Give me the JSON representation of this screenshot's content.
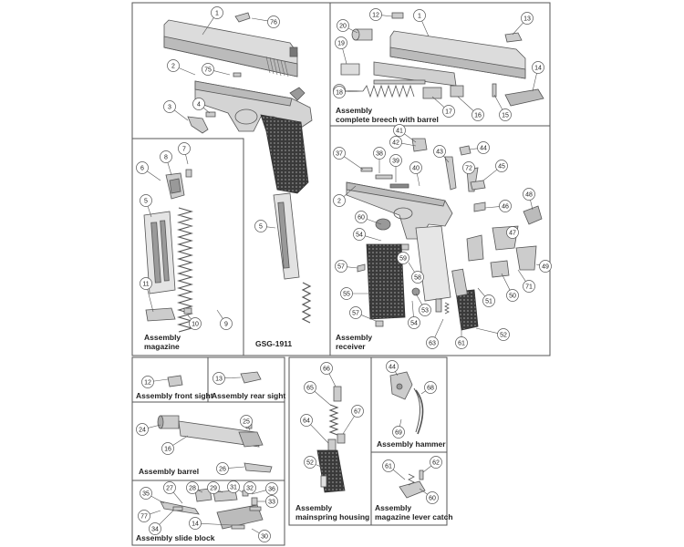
{
  "panels": {
    "main_title": "GSG-1911",
    "magazine": "Assembly\nmagazine",
    "breech": "Assembly\ncomplete breech with barrel",
    "receiver": "Assembly\nreceiver",
    "front_sight": "Assembly front sight",
    "rear_sight": "Assembly rear sight",
    "barrel": "Assembly barrel",
    "slide_block": "Assembly slide block",
    "mainspring": "Assembly\nmainspring housing",
    "hammer": "Assembly hammer",
    "lever_catch": "Assembly\nmagazine lever catch"
  },
  "callouts": {
    "main": [
      "1",
      "76",
      "2",
      "75",
      "3",
      "4",
      "5"
    ],
    "magazine": [
      "7",
      "8",
      "6",
      "5",
      "11",
      "10",
      "9"
    ],
    "breech": [
      "12",
      "1",
      "13",
      "20",
      "19",
      "74",
      "18",
      "17",
      "16",
      "15",
      "14"
    ],
    "receiver": [
      "41",
      "42",
      "43",
      "44",
      "37",
      "38",
      "39",
      "40",
      "72",
      "45",
      "2",
      "48",
      "46",
      "60",
      "47",
      "54",
      "59",
      "58",
      "57",
      "49",
      "50",
      "71",
      "55",
      "53",
      "51",
      "54",
      "57",
      "52",
      "63",
      "61"
    ],
    "front_sight": [
      "12"
    ],
    "rear_sight": [
      "13"
    ],
    "barrel": [
      "25",
      "24",
      "16",
      "26"
    ],
    "slide_block": [
      "35",
      "27",
      "28",
      "29",
      "31",
      "32",
      "33",
      "36",
      "77",
      "34",
      "14",
      "30"
    ],
    "mainspring": [
      "66",
      "65",
      "64",
      "67",
      "52"
    ],
    "hammer": [
      "44",
      "68",
      "69"
    ],
    "lever_catch": [
      "61",
      "62",
      "60"
    ]
  },
  "colors": {
    "line": "#555555",
    "part_fill": "#d8d8d8",
    "part_dark": "#707070",
    "grip": "#3a3a3a",
    "bubble_fill": "#ffffff",
    "text": "#222222"
  }
}
